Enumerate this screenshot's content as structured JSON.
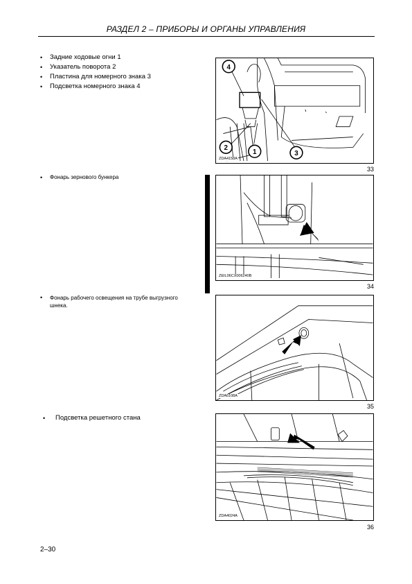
{
  "header": {
    "title": "РАЗДЕЛ 2 – ПРИБОРЫ И ОРГАНЫ УПРАВЛЕНИЯ"
  },
  "sections": [
    {
      "items": [
        "Задние ходовые огни 1",
        "Указатель поворота 2",
        "Пластина для номерного знака 3",
        "Подсветка номерного знака 4"
      ],
      "figure": {
        "code": "ZDA4158A",
        "number": "33",
        "callouts": [
          "1",
          "2",
          "3",
          "4"
        ]
      }
    },
    {
      "items": [
        "Фонарь зернового бункера"
      ],
      "figure": {
        "code": "ZEIL06CX006240B",
        "number": "34"
      }
    },
    {
      "items": [
        "Фонарь рабочего освещения на трубе выгрузного шнека."
      ],
      "figure": {
        "code": "ZDA6108A",
        "number": "35"
      }
    },
    {
      "items": [
        "Подсветка решетного стана"
      ],
      "figure": {
        "code": "ZDA4024A",
        "number": "36"
      }
    }
  ],
  "footer": {
    "page_number": "2–30"
  }
}
